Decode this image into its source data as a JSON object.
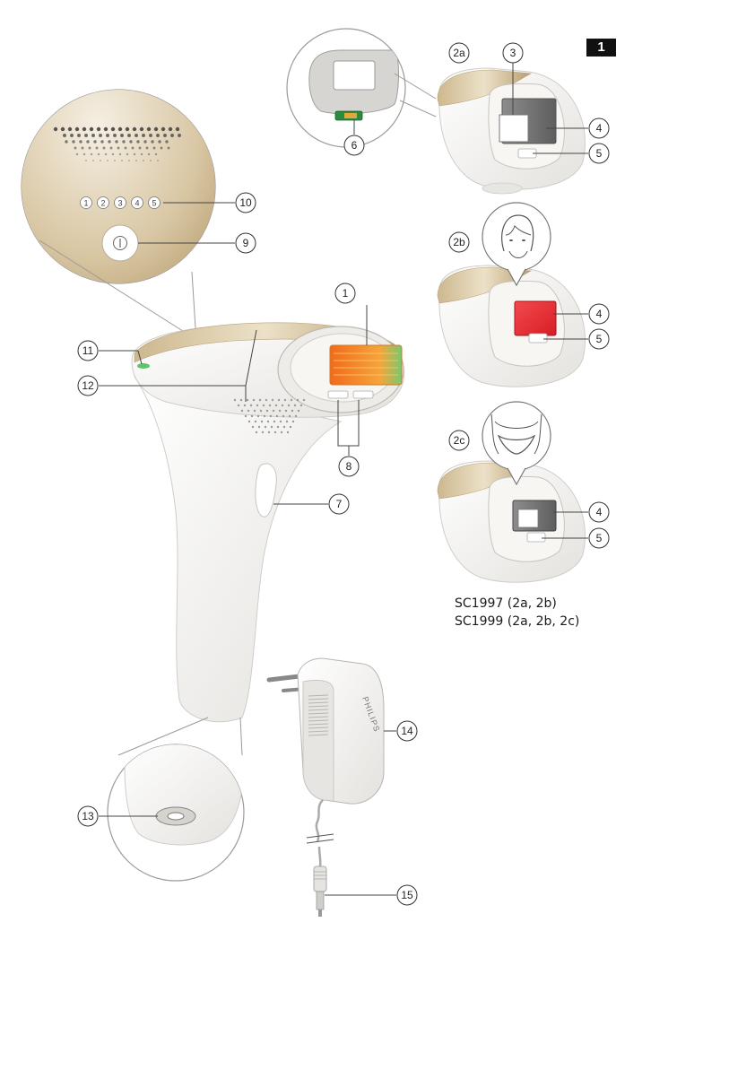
{
  "page_badge": "1",
  "models": [
    "SC1997 (2a, 2b)",
    "SC1999 (2a, 2b, 2c)"
  ],
  "callouts": {
    "c1": "1",
    "c2a": "2a",
    "c2b": "2b",
    "c2c": "2c",
    "c3": "3",
    "c4a": "4",
    "c4b": "4",
    "c4c": "4",
    "c5a": "5",
    "c5b": "5",
    "c5c": "5",
    "c6": "6",
    "c7": "7",
    "c8": "8",
    "c9": "9",
    "c10": "10",
    "c11": "11",
    "c12": "12",
    "c13": "13",
    "c14": "14",
    "c15": "15"
  },
  "intensity_levels": [
    "1",
    "2",
    "3",
    "4",
    "5"
  ],
  "brand_label": "PHILIPS",
  "colors": {
    "gold": "#c9b48f",
    "device_white": "#f2f0ec",
    "window_orange": "#f07a1e",
    "window_red": "#e8232b",
    "indicator_green": "#5fc36a",
    "outline": "#999999"
  }
}
